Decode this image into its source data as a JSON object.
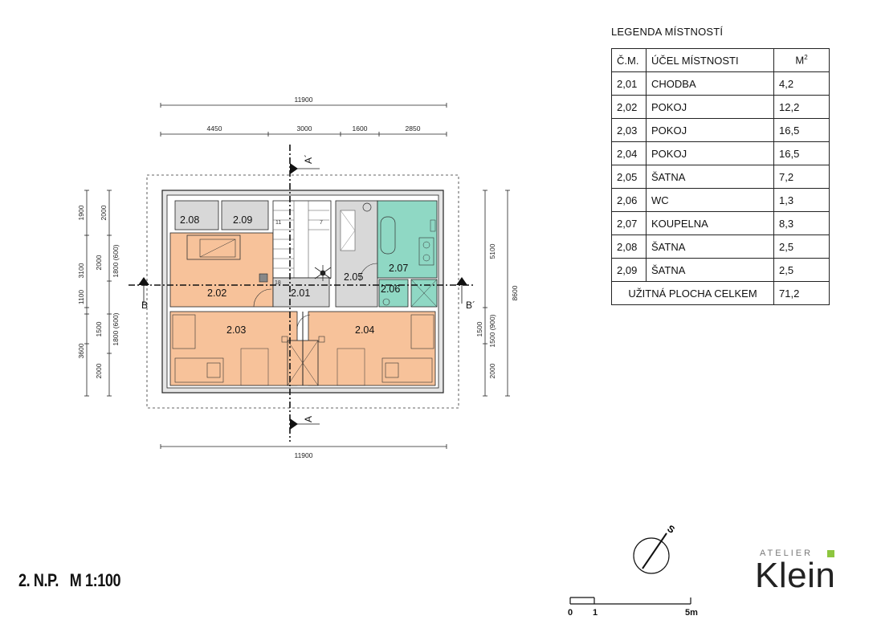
{
  "legend": {
    "title": "LEGENDA MÍSTNOSTÍ",
    "headers": {
      "number": "Č.M.",
      "purpose": "ÚČEL MÍSTNOSTI",
      "area": "M²"
    },
    "rows": [
      {
        "number": "2,01",
        "purpose": "CHODBA",
        "area": "4,2"
      },
      {
        "number": "2,02",
        "purpose": "POKOJ",
        "area": "12,2"
      },
      {
        "number": "2,03",
        "purpose": "POKOJ",
        "area": "16,5"
      },
      {
        "number": "2,04",
        "purpose": "POKOJ",
        "area": "16,5"
      },
      {
        "number": "2,05",
        "purpose": "ŠATNA",
        "area": "7,2"
      },
      {
        "number": "2,06",
        "purpose": "WC",
        "area": "1,3"
      },
      {
        "number": "2,07",
        "purpose": "KOUPELNA",
        "area": "8,3"
      },
      {
        "number": "2,08",
        "purpose": "ŠATNA",
        "area": "2,5"
      },
      {
        "number": "2,09",
        "purpose": "ŠATNA",
        "area": "2,5"
      }
    ],
    "total_label": "UŽITNÁ PLOCHA CELKEM",
    "total_value": "71,2"
  },
  "plan": {
    "label": "2. N.P.   M 1:100",
    "rooms": {
      "r201": "2.01",
      "r202": "2.02",
      "r203": "2.03",
      "r204": "2.04",
      "r205": "2.05",
      "r206": "2.06",
      "r207": "2.07",
      "r208": "2.08",
      "r209": "2.09"
    },
    "stair_numbers": {
      "s11": "11",
      "s7": "7",
      "s18": "18"
    },
    "dims_top_total": "11900",
    "dims_top": [
      "4450",
      "3000",
      "1600",
      "2850"
    ],
    "dims_bottom_total": "11900",
    "dims_left_outer": [
      "1900",
      "3100",
      "1100",
      "1500",
      "3600"
    ],
    "dims_left_inner": [
      "2000",
      "2000",
      "1800 (600)",
      "1800 (600)",
      "2000"
    ],
    "dims_right_inner": [
      "5100",
      "1500",
      "1500 (900)",
      "2000"
    ],
    "dims_right_outer": "8600",
    "sections": {
      "a_top": "A´",
      "a_bottom": "A",
      "b_left": "B",
      "b_right": "B´"
    },
    "north": "S"
  },
  "scale_bar": {
    "zero": "0",
    "one": "1",
    "five": "5m"
  },
  "brand": {
    "small": "ATELIER",
    "big": "Klein"
  },
  "colors": {
    "bedroom": "#f7c29a",
    "bathroom": "#8fd8c4",
    "floor": "#d8d8d8",
    "accent": "#8dc63f"
  }
}
